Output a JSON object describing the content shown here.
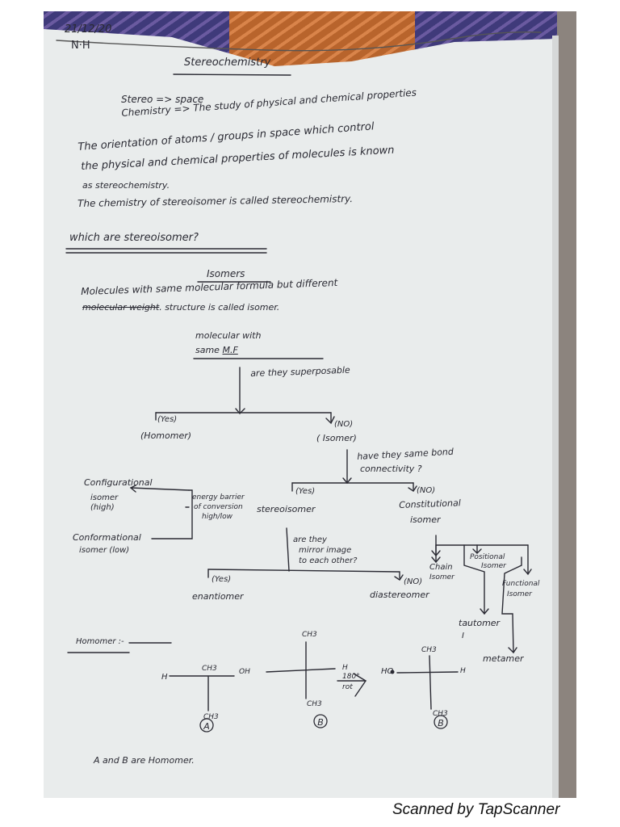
{
  "header": {
    "date": "21/12/20",
    "initials": "N·H",
    "title": "Stereochemistry"
  },
  "definitions": [
    "Stereo => space",
    "Chemistry => The study of physical and chemical properties"
  ],
  "paragraphs": {
    "p1_line1": "The orientation of atoms / groups in space which control",
    "p1_line2": "the physical and chemical properties of molecules is known",
    "p1_line3": "as stereochemistry.",
    "p2": "The chemistry of stereoisomer is called stereochemistry.",
    "question": "which are stereoisomer?"
  },
  "isomers_section": {
    "heading": "Isomers",
    "def_line1": "Molecules with same molecular formula but different",
    "def_line2_struck": "molecular weight",
    "def_line2": ". structure is called isomer."
  },
  "flowchart": {
    "root_line1": "molecular with",
    "root_line2_prefix": "same",
    "root_line2_mf": "M.F",
    "q1": "are they superposable",
    "yes1": "(Yes)",
    "homomer": "(Homomer)",
    "no1": "(NO)",
    "isomer": "( Isomer)",
    "q2_line1": "have they same bond",
    "q2_line2": "connectivity ?",
    "yes2": "(Yes)",
    "stereoisomer": "stereoisomer",
    "no2": "(NO)",
    "constitutional_line1": "Constitutional",
    "constitutional_line2": "isomer",
    "configurational_line1": "Configurational",
    "configurational_line2": "isomer",
    "configurational_line3": "(high)",
    "energy_line1": "energy barrier",
    "energy_line2": "of conversion",
    "energy_line3": "high/low",
    "conformational_line1": "Conformational",
    "conformational_line2": "isomer (low)",
    "q3_line1": "are they",
    "q3_line2": "mirror image",
    "q3_line3": "to each other?",
    "yes3": "(Yes)",
    "enantiomer": "enantiomer",
    "no3": "(NO)",
    "diastereomer": "diastereomer",
    "chain_line1": "Chain",
    "chain_line2": "Isomer",
    "positional_line1": "Positional",
    "positional_line2": "Isomer",
    "functional_line1": "Functional",
    "functional_line2": "Isomer",
    "tautomer_line1": "tautomer",
    "tautomer_line2": "I",
    "metamer": "metamer"
  },
  "homomer_example": {
    "heading": "Homomer :-",
    "A": {
      "top": "CH3",
      "left": "H",
      "right": "OH",
      "bottom": "CH3",
      "label": "A"
    },
    "B1": {
      "top": "CH3",
      "right": "H",
      "bottom": "CH3",
      "label": "B"
    },
    "rotation_top": "180°",
    "rotation_bottom": "rot",
    "B2": {
      "top": "CH3",
      "left": "HO",
      "right": "H",
      "bottom": "CH3",
      "label": "B"
    },
    "conclusion": "A and B are Homomer."
  },
  "footer": {
    "watermark": "Scanned by TapScanner"
  },
  "colors": {
    "ink": "#2a2a33",
    "paper": "#e9ecec",
    "page_edge": "#8c847e",
    "cloth_purple": "#3f3a7a",
    "cloth_orange": "#b8642c"
  }
}
